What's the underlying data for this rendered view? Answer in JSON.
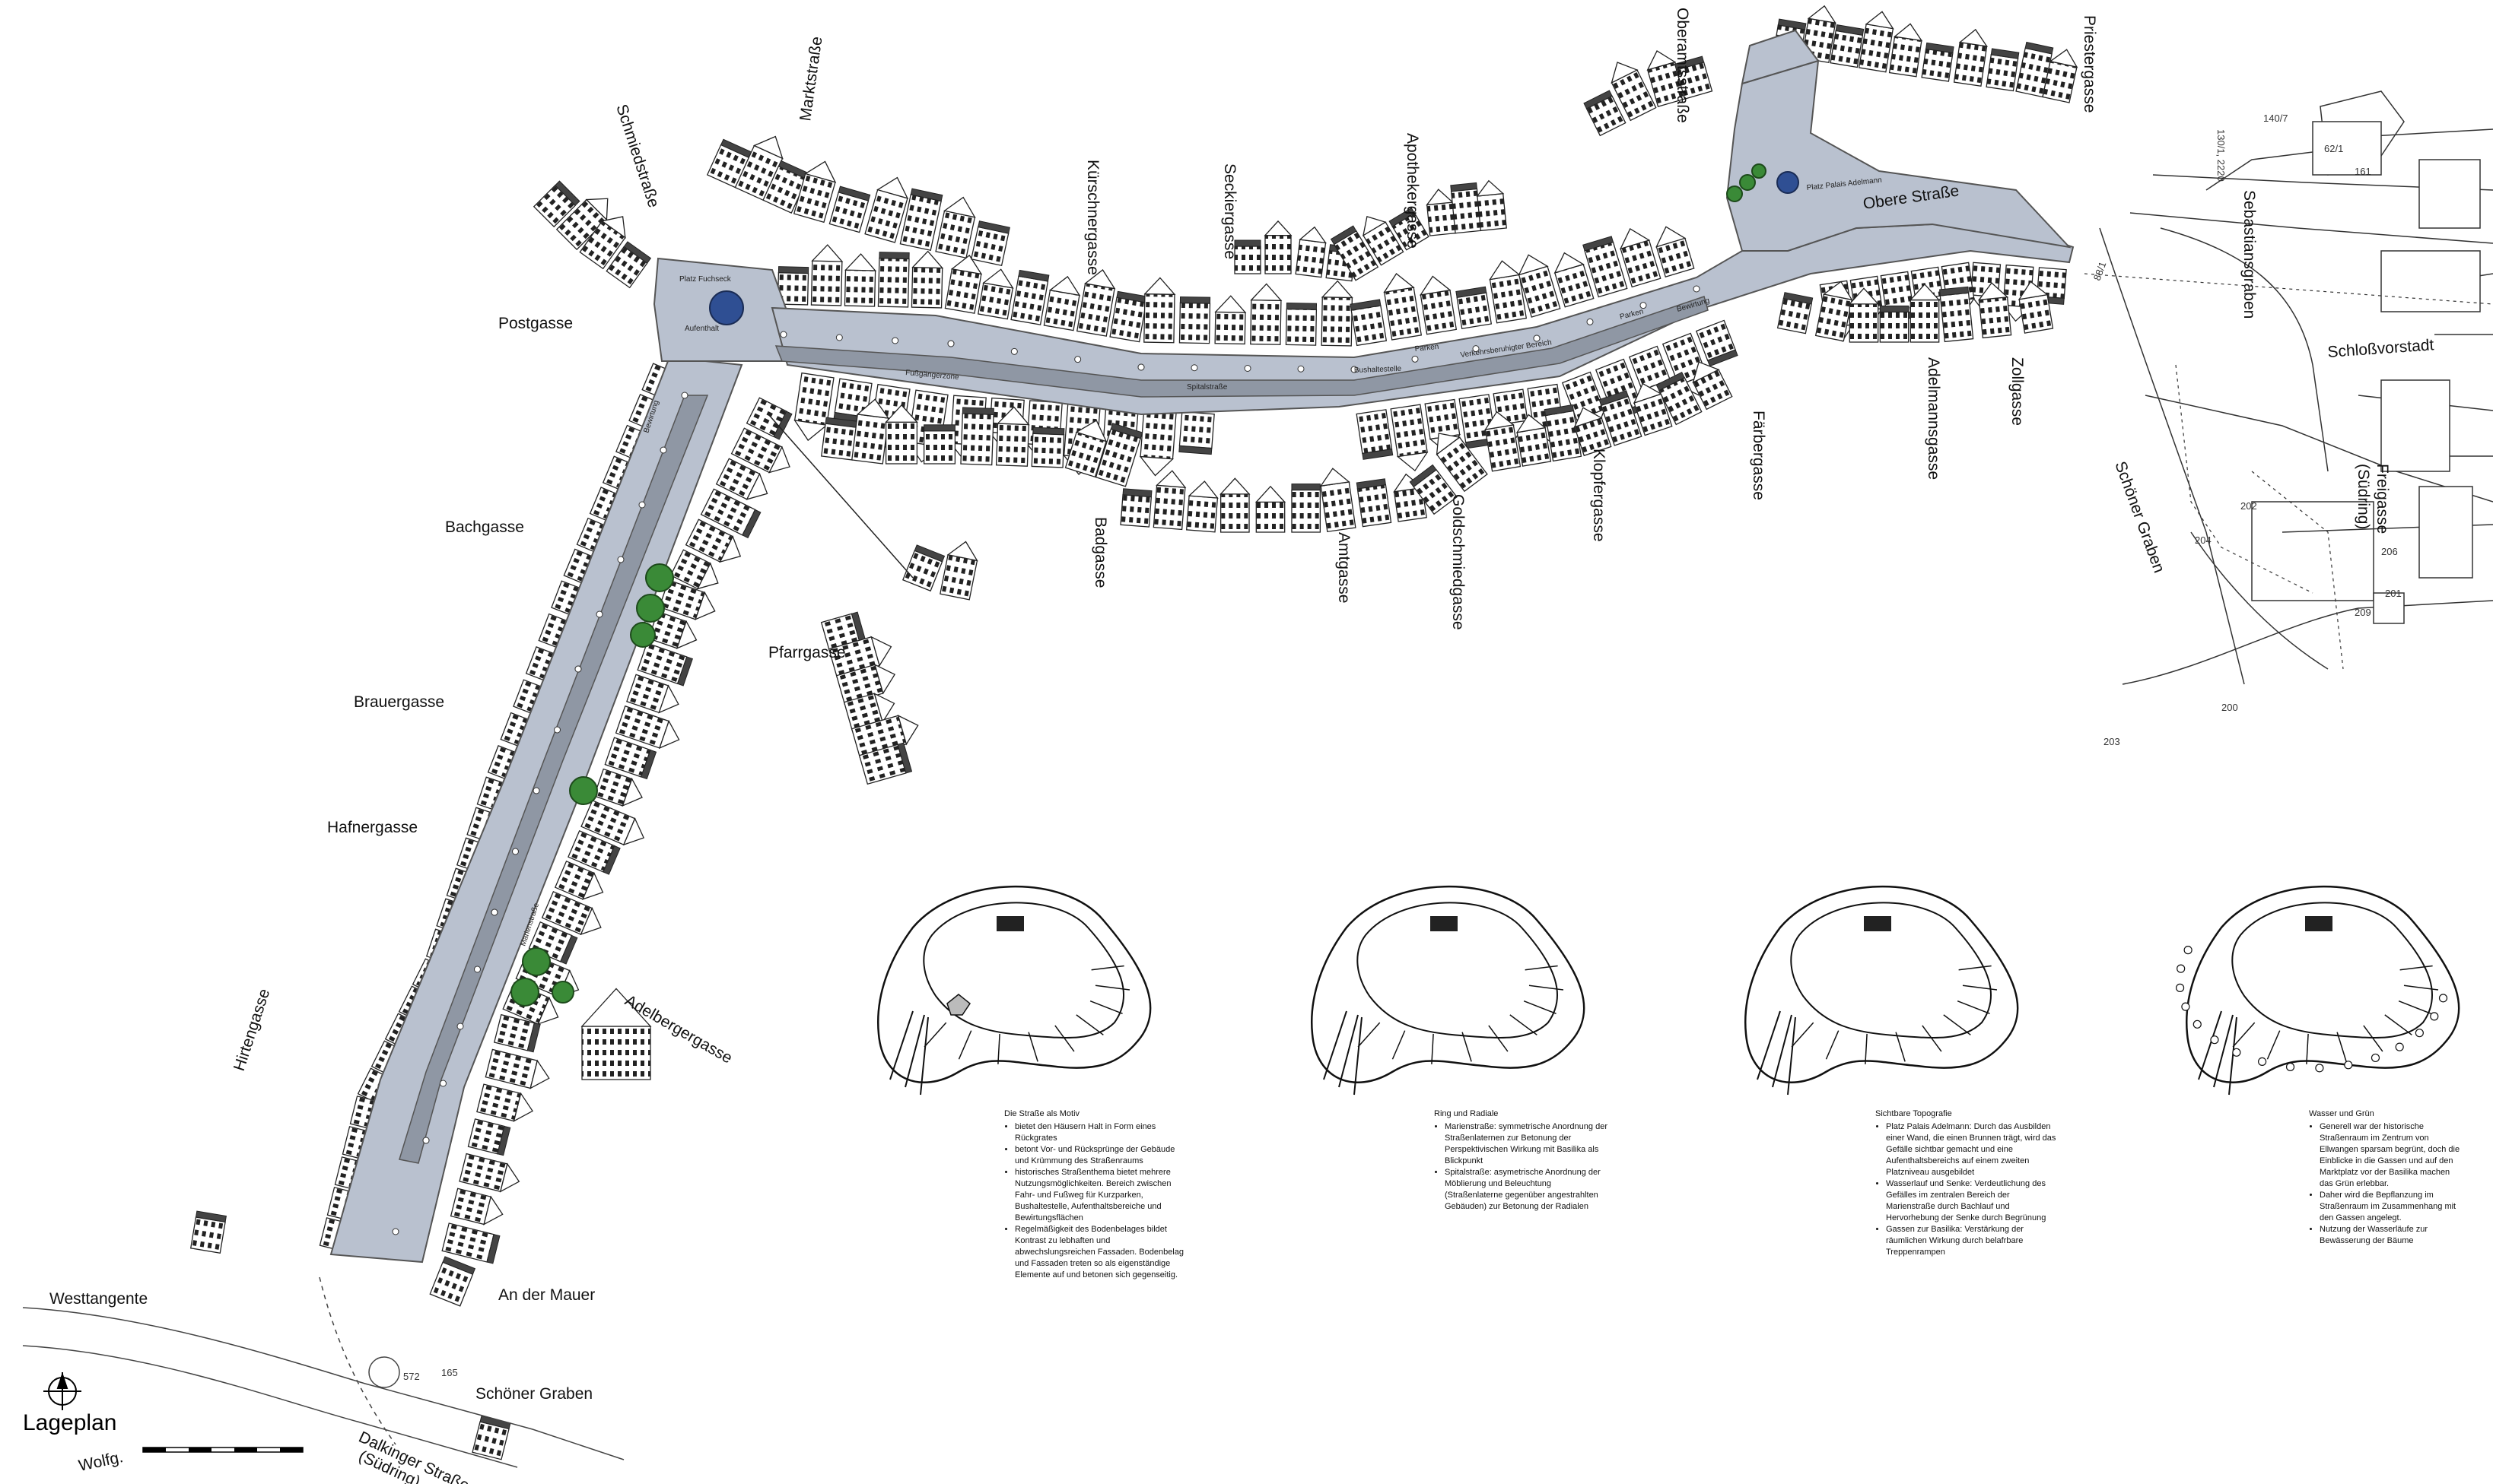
{
  "title": "Lageplan",
  "places": {
    "platz_fuchseck": "Platz Fuchseck",
    "platz_palais": "Platz Palais Adelmann"
  },
  "streets": {
    "schmiedstrasse": "Schmiedstraße",
    "marktstrasse": "Marktstraße",
    "kuerschnergasse": "Kürschnergasse",
    "seckiergasse": "Seckiergasse",
    "apothekergasse": "Apothekergasse",
    "oberamtsstrasse": "Oberamtsstraße",
    "priestergasse": "Priestergasse",
    "obere_strasse": "Obere Straße",
    "postgasse": "Postgasse",
    "bachgasse": "Bachgasse",
    "brauergasse": "Brauergasse",
    "hafnergasse": "Hafnergasse",
    "hirtengasse": "Hirtengasse",
    "westtangente": "Westtangente",
    "an_der_mauer": "An der Mauer",
    "schoener_graben_1": "Schöner Graben",
    "schoener_graben_2": "Schöner Graben",
    "dalkinger_strasse": "Dalkinger Straße",
    "dalkinger_sued": "(Südring)",
    "wolfg": "Wolfg.",
    "adelbergergasse": "Adelbergergasse",
    "pfarrgasse": "Pfarrgasse",
    "badgasse": "Badgasse",
    "amtgasse": "Amtgasse",
    "goldschmiedgasse": "Goldschmiedgasse",
    "klopfergasse": "Klopfergasse",
    "faerbergasse": "Färbergasse",
    "adelmannsgasse": "Adelmannsgasse",
    "zollgasse": "Zollgasse",
    "sebastiansgraben": "Sebastiansgraben",
    "schlossvorstadt": "Schloßvorstadt",
    "freigasse": "Freigasse",
    "freigasse_sued": "(Südring)"
  },
  "inner_labels": {
    "aufenthalt": "Aufenthalt",
    "fussgaengerzone": "Fußgängerzone",
    "spitalstrasse": "Spitalstraße",
    "bushaltestelle": "Bushaltestelle",
    "verkehrsberuhigt": "Verkehrsberuhigter Bereich",
    "parken_1": "Parken",
    "parken_2": "Parken",
    "bewirtung_1": "Bewirtung",
    "bewirtung_2": "Bewirtung",
    "marienstrasse": "Marienstraße"
  },
  "cadastral": {
    "n140_7": "140/7",
    "n130_1": "130/1, 2220",
    "n62_1": "62/1",
    "n161": "161",
    "n88_1": "88/1",
    "n202": "202",
    "n204": "204",
    "n206": "206",
    "n201": "201",
    "n209": "209",
    "n200": "200",
    "n203": "203",
    "n572": "572",
    "n165": "165"
  },
  "captions": [
    {
      "heading": "Die Straße als Motiv",
      "bullets": [
        "bietet den Häusern Halt in Form eines Rückgrates",
        "betont Vor- und Rücksprünge der Gebäude und Krümmung des Straßenraums",
        "historisches Straßenthema bietet mehrere Nutzungsmöglichkeiten. Bereich zwischen Fahr- und Fußweg für Kurzparken, Bushaltestelle, Aufenthaltsbereiche und Bewirtungsflächen",
        "Regelmäßigkeit des Bodenbelages bildet Kontrast zu lebhaften und abwechslungsreichen Fassaden. Bodenbelag und Fassaden treten so als eigenständige Elemente auf und betonen sich gegenseitig."
      ]
    },
    {
      "heading": "Ring und Radiale",
      "bullets": [
        "Marienstraße: symmetrische Anordnung der Straßenlaternen zur Betonung der Perspektivischen Wirkung mit Basilika als Blickpunkt",
        "Spitalstraße: asymetrische Anordnung der Möblierung und Beleuchtung (Straßenlaterne gegenüber angestrahlten Gebäuden) zur Betonung der Radialen"
      ]
    },
    {
      "heading": "Sichtbare Topografie",
      "bullets": [
        "Platz Palais Adelmann: Durch das Ausbilden einer Wand, die einen Brunnen trägt, wird das Gefälle sichtbar gemacht und eine Aufenthaltsbereichs auf einem zweiten Platzniveau ausgebildet",
        "Wasserlauf und Senke: Verdeutlichung des Gefälles im zentralen Bereich der Marienstraße durch Bachlauf und Hervorhebung der Senke durch Begrünung",
        "Gassen zur Basilika: Verstärkung der räumlichen Wirkung durch belafrbare Treppenrampen"
      ]
    },
    {
      "heading": "Wasser und Grün",
      "bullets": [
        "Generell war der historische Straßenraum im Zentrum von Ellwangen sparsam begrünt, doch die Einblicke in die Gassen und auf den Marktplatz vor der Basilika machen das Grün erlebbar.",
        "Daher wird die Bepflanzung im Straßenraum im Zusammenhang mit den Gassen angelegt.",
        "Nutzung der Wasserläufe zur Bewässerung der Bäume"
      ]
    }
  ],
  "colors": {
    "street_fill": "#b9c1cf",
    "street_dark": "#8f97a4",
    "fountain": "#2f4f93",
    "tree": "#3a8a37"
  },
  "icons": {
    "north_arrow": "north-arrow-icon",
    "scale_bar": "scale-bar-icon"
  }
}
